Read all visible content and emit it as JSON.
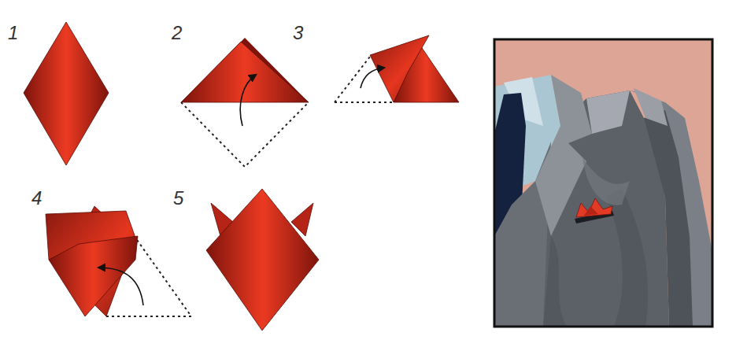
{
  "diagram": {
    "labels": [
      "1",
      "2",
      "3",
      "4",
      "5"
    ]
  }
}
